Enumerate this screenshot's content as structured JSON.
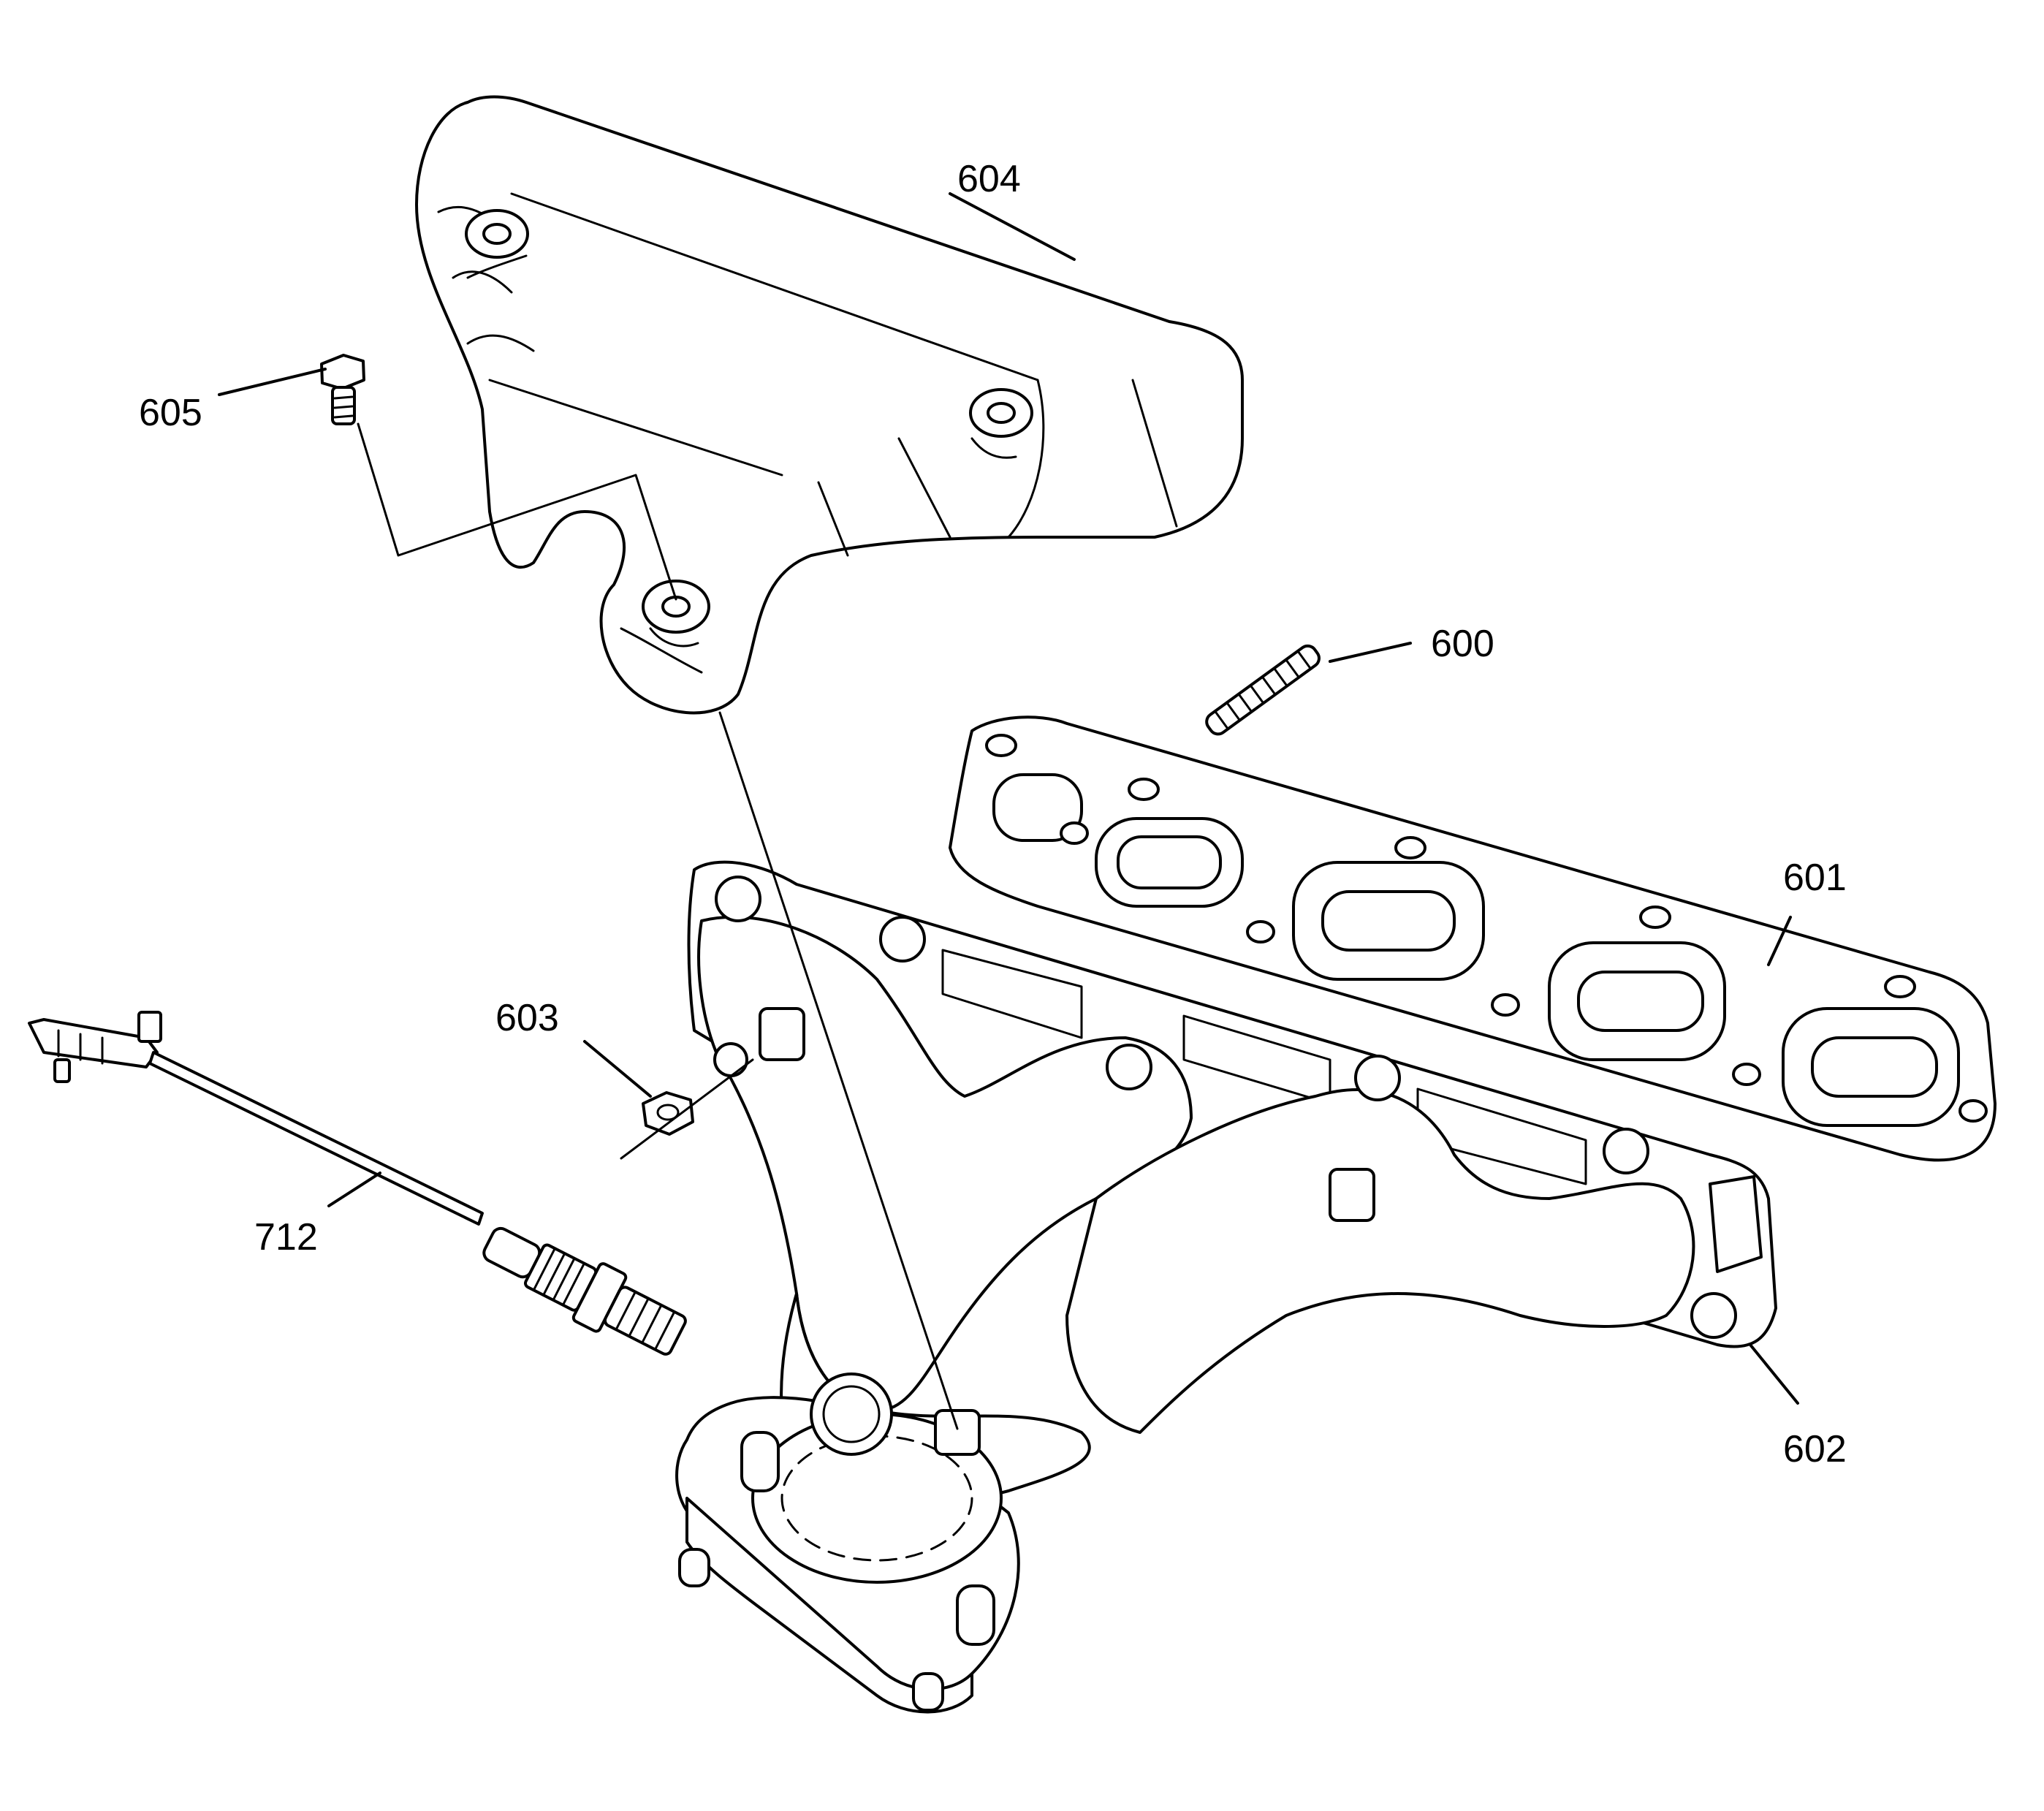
{
  "diagram": {
    "callouts": {
      "stud": "600",
      "gasket": "601",
      "manifold": "602",
      "nut": "603",
      "heat_shield": "604",
      "bolt": "605",
      "oxygen_sensor": "712"
    }
  },
  "colors": {
    "line": "#000000",
    "background": "#ffffff"
  }
}
